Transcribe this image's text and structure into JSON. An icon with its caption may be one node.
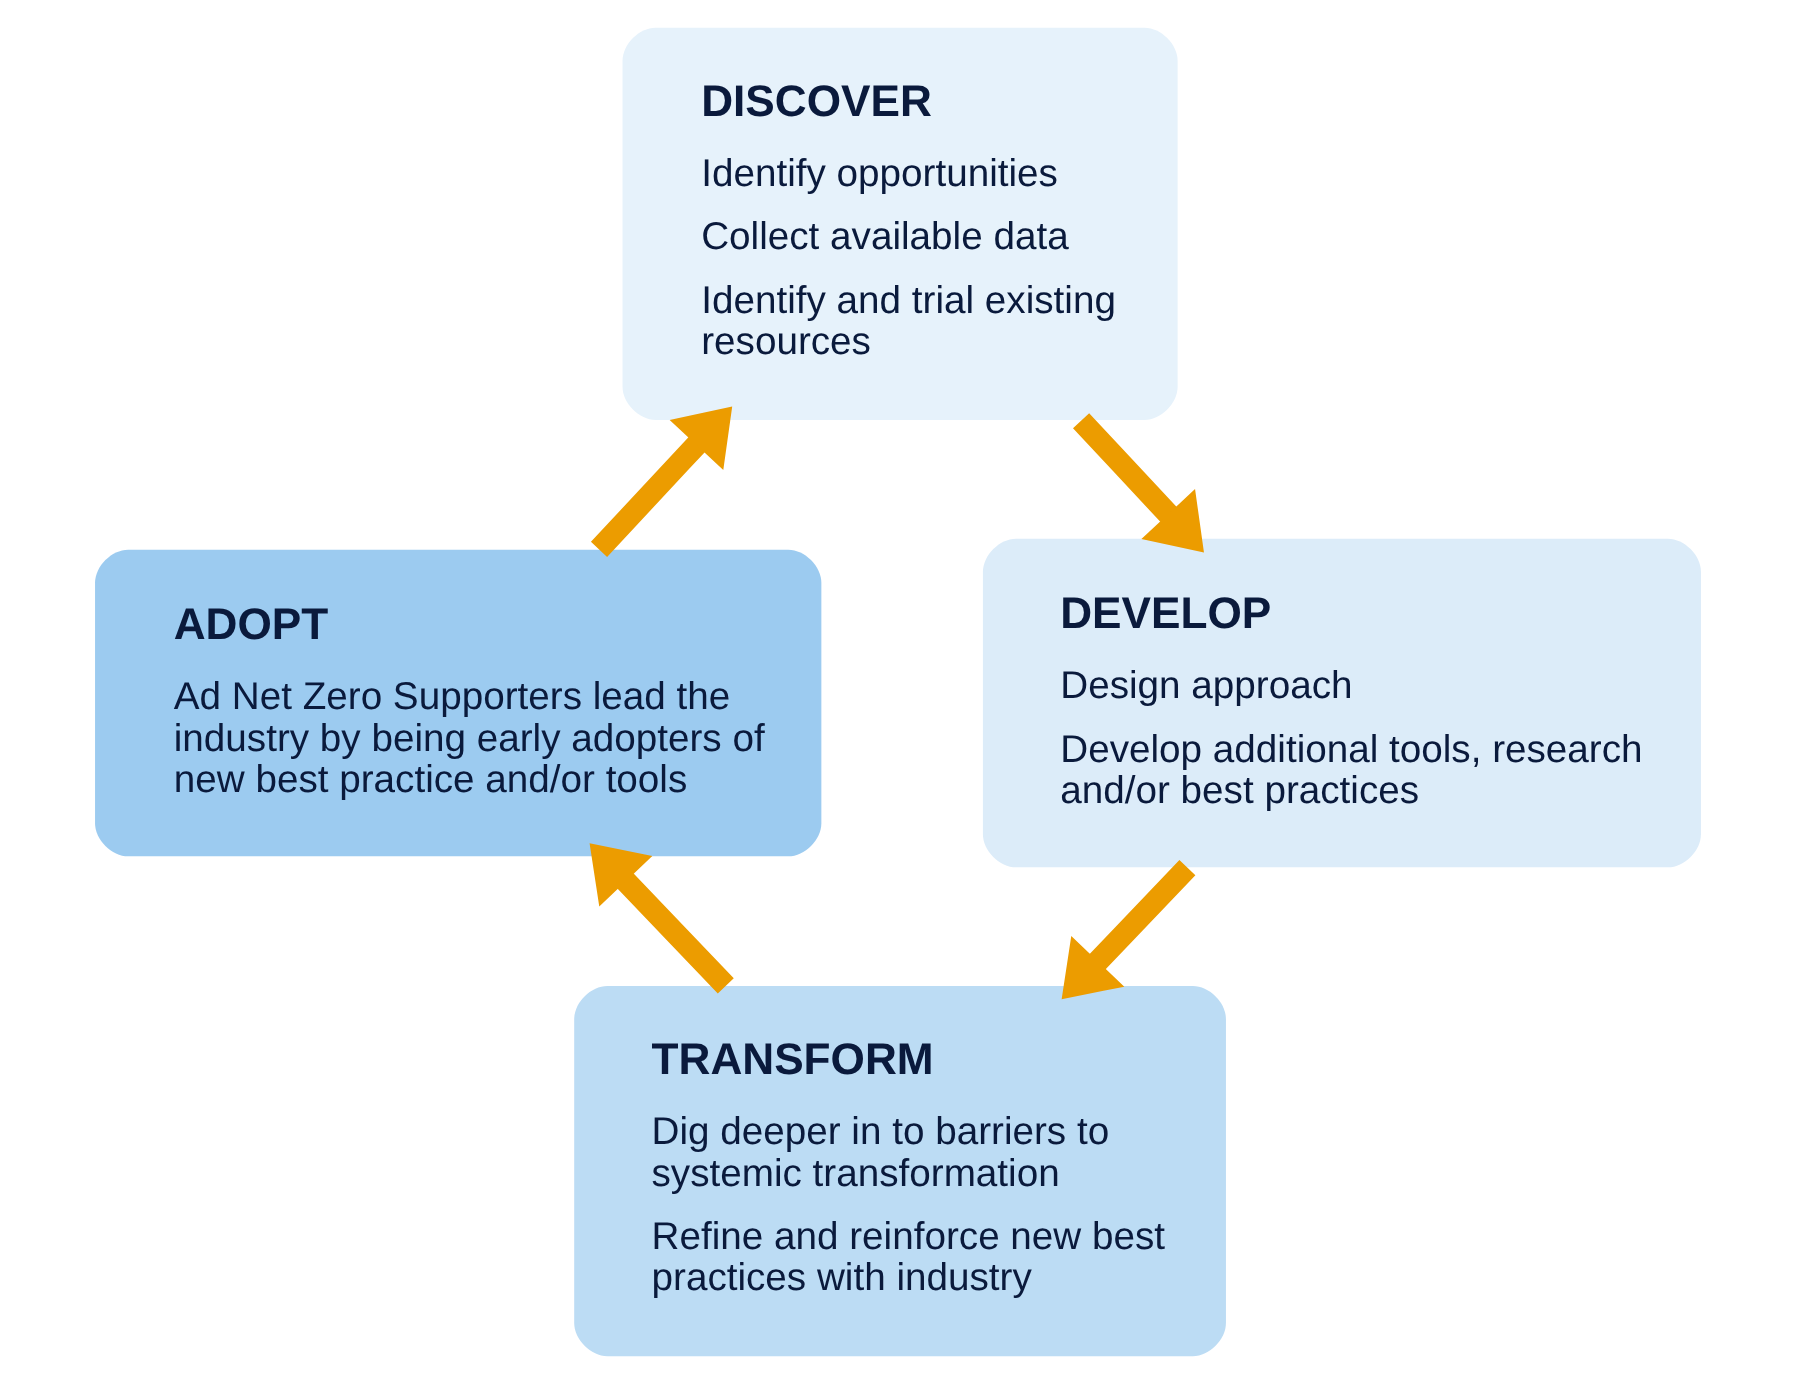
{
  "diagram": {
    "nodes": [
      {
        "text": [
          "DISCOVER",
          "Identify opportunities",
          "Collect available data",
          "Identify and trial existing resources"
        ]
      },
      {
        "text": [
          "DEVELOP",
          "Design approach",
          "Develop additional tools, research and/or best practices"
        ]
      },
      {
        "text": [
          "TRANSFORM",
          "Dig deeper in to barriers to systemic transformation",
          "Refine and reinforce new best practices with industry"
        ]
      },
      {
        "text": [
          "ADOPT",
          "Ad Net Zero Supporters lead the industry by being early adopters of new best practice and/or tools"
        ]
      }
    ],
    "edges": [
      {
        "from": 0,
        "to": 1,
        "arrow": "to"
      },
      {
        "from": 1,
        "to": 2,
        "arrow": "to"
      },
      {
        "from": 2,
        "to": 3,
        "arrow": "to"
      },
      {
        "from": 3,
        "to": 0,
        "arrow": "to"
      }
    ]
  }
}
